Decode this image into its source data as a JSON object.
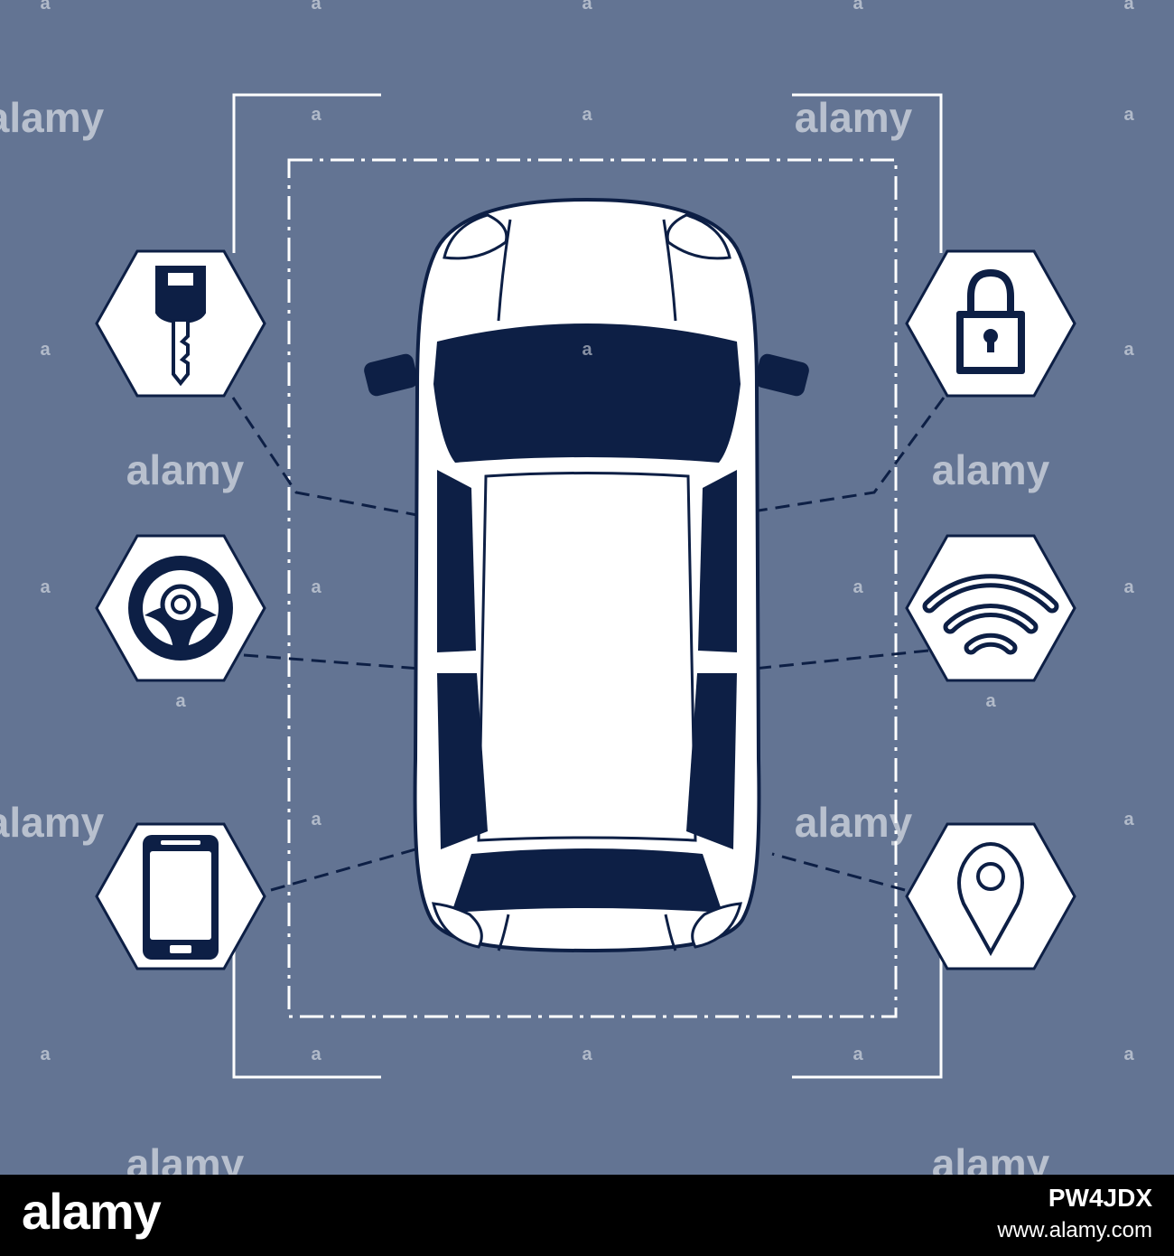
{
  "illustration": {
    "background_color": "#637493",
    "car_body_color": "#ffffff",
    "car_glass_color": "#0d1f45",
    "left_icons": [
      "car-key-icon",
      "steering-wheel-icon",
      "smartphone-icon"
    ],
    "right_icons": [
      "padlock-icon",
      "wifi-signal-icon",
      "location-pin-icon"
    ]
  },
  "watermark": {
    "brand": "alamy",
    "small_mark": "a"
  },
  "footer": {
    "brand": "alamy",
    "image_id": "PW4JDX",
    "url": "www.alamy.com"
  }
}
